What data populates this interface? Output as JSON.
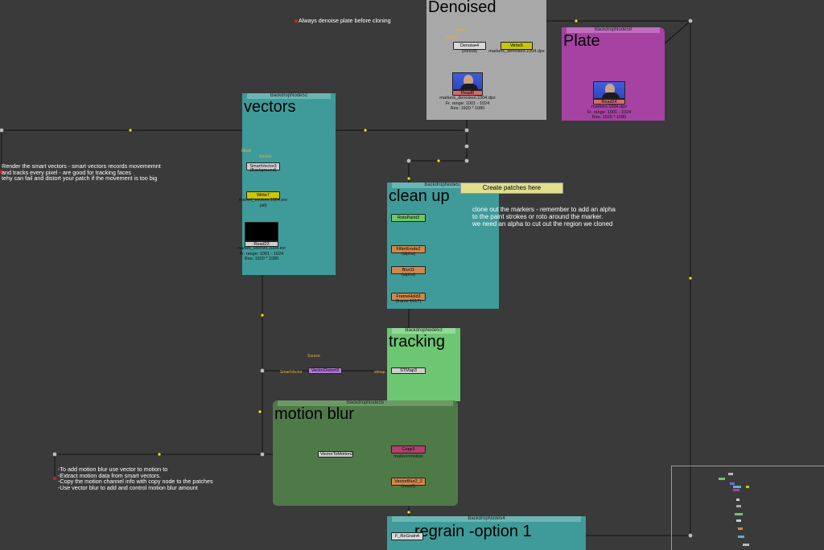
{
  "colors": {
    "canvas": "#3a3a3a",
    "denoised_backdrop": "#a8a8a8",
    "plate_backdrop": "#a542a2",
    "vectors_backdrop": "#3f9b9a",
    "cleanup_backdrop": "#3f9b9a",
    "tracking_backdrop": "#6dc672",
    "motionblur_backdrop": "#4e7a48",
    "regrain_backdrop": "#3f9b9a",
    "write_node": "#c9c50a",
    "read_node": "#d86a6a",
    "paint_node": "#6ec86a",
    "filter_node": "#d0874a",
    "vector_node": "#b07ad8",
    "sticky_note": "#e0df8c",
    "link_line": "#111111",
    "dot_yellow": "#f2ea00"
  },
  "backdrops": {
    "denoised": {
      "title": "Denoised"
    },
    "plate": {
      "bar": "BackdropNode58",
      "title": "Plate"
    },
    "vectors": {
      "bar": "BackdropNode52",
      "title": "vectors"
    },
    "cleanup": {
      "bar": "BackdropNode51",
      "title": "clean up"
    },
    "tracking": {
      "bar": "BackdropNode53",
      "title": "tracking"
    },
    "motionblur": {
      "bar": "BackdropNode55",
      "title": "motion blur"
    },
    "regrain": {
      "bar": "BackdropNode54",
      "title": "regrain -option 1"
    }
  },
  "nodes": {
    "denoise4": {
      "label": "Denoise4",
      "sub": "(Result)"
    },
    "write5": {
      "label": "Write5",
      "sub": "markers_denoised.1004.dpx"
    },
    "read8": {
      "label": "Read8",
      "line1": "markers_denoised.1004.dpx",
      "line2": "Fr. range: 1001 - 1024",
      "line3": "Res: 1920 * 1080"
    },
    "read24": {
      "label": "Read24",
      "line1": "markers.1004.dpx",
      "line2": "Fr. range: 1001 - 1024",
      "line3": "Res: 1920 * 1080"
    },
    "smartvector3": {
      "label": "SmartVector3",
      "sub": "(Background)"
    },
    "write7": {
      "label": "Write7",
      "sub": "market_vectors.1004.exr",
      "sub2": "(all)"
    },
    "read23": {
      "label": "Read23",
      "line1": "market_vectors.1004.exr",
      "line2": "Fr. range: 1001 - 1024",
      "line3": "Res: 1920 * 1080"
    },
    "rotopaint3": {
      "label": "RotoPaint3"
    },
    "filtererode2": {
      "label": "FilterErode2",
      "sub": "(alpha)"
    },
    "blur11": {
      "label": "Blur11",
      "sub": "(alpha)"
    },
    "framehold3": {
      "label": "FrameHold3",
      "sub": "(frame 1017)"
    },
    "vectordistort3": {
      "label": "VectorDistort3"
    },
    "stmap3": {
      "label": "STMap3"
    },
    "vectortomotion2": {
      "label": "VectorToMotion2"
    },
    "copy3": {
      "label": "Copy3",
      "sub": "motion=motion"
    },
    "vectorblur2": {
      "label": "VectorBlur2_2",
      "sub": "(result)"
    },
    "fregrain": {
      "label": "F_ReGrain4"
    }
  },
  "port_labels": {
    "mask": "Mask",
    "source": "Source",
    "source2": "Source",
    "smartvector": "SmartVector",
    "stmap": "stmap",
    "mask_denoise": "Mask",
    "source_denoise": "Source"
  },
  "sticky": {
    "text": "Create patches here"
  },
  "notes": {
    "denoise": "Always denoise plate before cloning",
    "vectors": [
      "Render the smart vectors - smart vectors records movememnt",
      "and tracks every pixel - are good for tracking faces",
      "tehy can fail and distort your patch if the movement is too big"
    ],
    "cleanup": [
      "clone out the markers - remember to add an alpha",
      "to the paint strokes or roto around the marker.",
      "we need an alpha to cut out the region we cloned"
    ],
    "motionblur": [
      "-To add motion blur use vector to motion to",
      "-Extract motion data from smart vectors.",
      "-Copy the motion channel info with copy node to the patches",
      "-Use vector blur to add and control motion blur amount"
    ]
  }
}
